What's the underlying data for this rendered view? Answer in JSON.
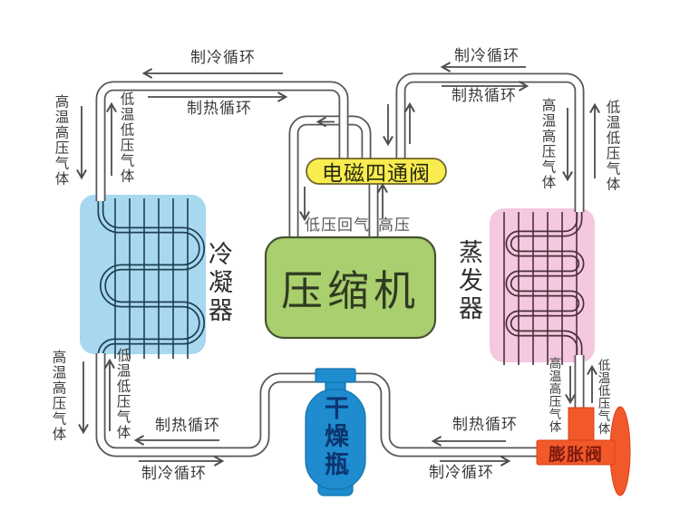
{
  "diagram": {
    "components": {
      "condenser": "冷凝器",
      "compressor": "压缩机",
      "evaporator": "蒸发器",
      "four_way_valve": "电磁四通阀",
      "drier_bottle": "干燥瓶",
      "expansion_valve": "膨胀阀"
    },
    "flow_labels": {
      "cooling_cycle": "制冷循环",
      "heating_cycle": "制热循环",
      "hot_gas": "高温高压气体",
      "cold_gas": "低温低压气体",
      "suction_line": "低压回气",
      "discharge_line": "高压"
    },
    "colors": {
      "condenser_fill": "#a7d8f0",
      "evaporator_fill": "#f4c8de",
      "compressor_fill": "#a9cf6f",
      "valve_fill": "#f8ec4f",
      "bottle_fill": "#1e8cce",
      "expansion_valve_fill": "#f2592a",
      "pipe_outline": "#58595b",
      "condenser_coil": "#1f3f52",
      "evaporator_coil": "#4c2f3e",
      "arrow": "#4d4d4d"
    }
  }
}
